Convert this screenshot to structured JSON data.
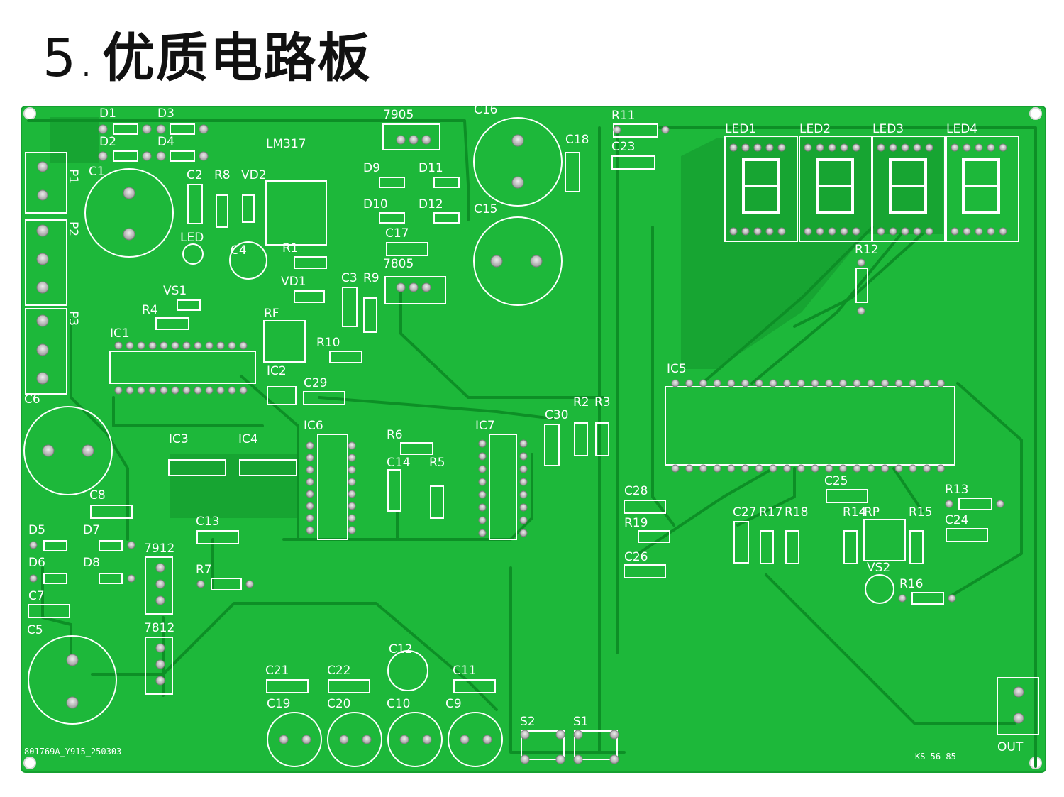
{
  "heading": {
    "number": "5",
    "separator": ".",
    "title": "优质电路板"
  },
  "colors": {
    "board": "#1db83a",
    "board_edge": "#15a030",
    "trace": "#0d8f26",
    "silkscreen": "#ffffff",
    "pad": "#c9c9c9"
  },
  "labels": {
    "D1": "D1",
    "D3": "D3",
    "D2": "D2",
    "D4": "D4",
    "P1": "P1",
    "P2": "P2",
    "P3": "P3",
    "C1": "C1",
    "C2": "C2",
    "R8": "R8",
    "VD2": "VD2",
    "LM317": "LM317",
    "LED": "LED",
    "C4": "C4",
    "R1": "R1",
    "VD1": "VD1",
    "7905": "7905",
    "D9": "D9",
    "D11": "D11",
    "D10": "D10",
    "D12": "D12",
    "C17": "C17",
    "7805": "7805",
    "C3": "C3",
    "R9": "R9",
    "C16": "C16",
    "C18": "C18",
    "C15": "C15",
    "R11": "R11",
    "C23": "C23",
    "LED1": "LED1",
    "LED2": "LED2",
    "LED3": "LED3",
    "LED4": "LED4",
    "R12": "R12",
    "VS1": "VS1",
    "R4": "R4",
    "RF": "RF",
    "R10": "R10",
    "IC1": "IC1",
    "IC2": "IC2",
    "C29": "C29",
    "IC5": "IC5",
    "C6": "C6",
    "IC3": "IC3",
    "IC4": "IC4",
    "IC6": "IC6",
    "R6": "R6",
    "IC7": "IC7",
    "C30": "C30",
    "R2": "R2",
    "R3": "R3",
    "C14": "C14",
    "R5": "R5",
    "C8": "C8",
    "D5": "D5",
    "D7": "D7",
    "D6": "D6",
    "D8": "D8",
    "C13": "C13",
    "7912": "7912",
    "R7": "R7",
    "C7": "C7",
    "C5": "C5",
    "7812": "7812",
    "C28": "C28",
    "R19": "R19",
    "C26": "C26",
    "C25": "C25",
    "C27": "C27",
    "R17": "R17",
    "R18": "R18",
    "R14": "R14",
    "RP": "RP",
    "R15": "R15",
    "R13": "R13",
    "C24": "C24",
    "VS2": "VS2",
    "R16": "R16",
    "C12": "C12",
    "C21": "C21",
    "C22": "C22",
    "C11": "C11",
    "C19": "C19",
    "C20": "C20",
    "C10": "C10",
    "C9": "C9",
    "S2": "S2",
    "S1": "S1",
    "OUT": "OUT"
  },
  "board_codes": {
    "left": "801769A_Y915_250303",
    "right": "KS-56-85"
  }
}
